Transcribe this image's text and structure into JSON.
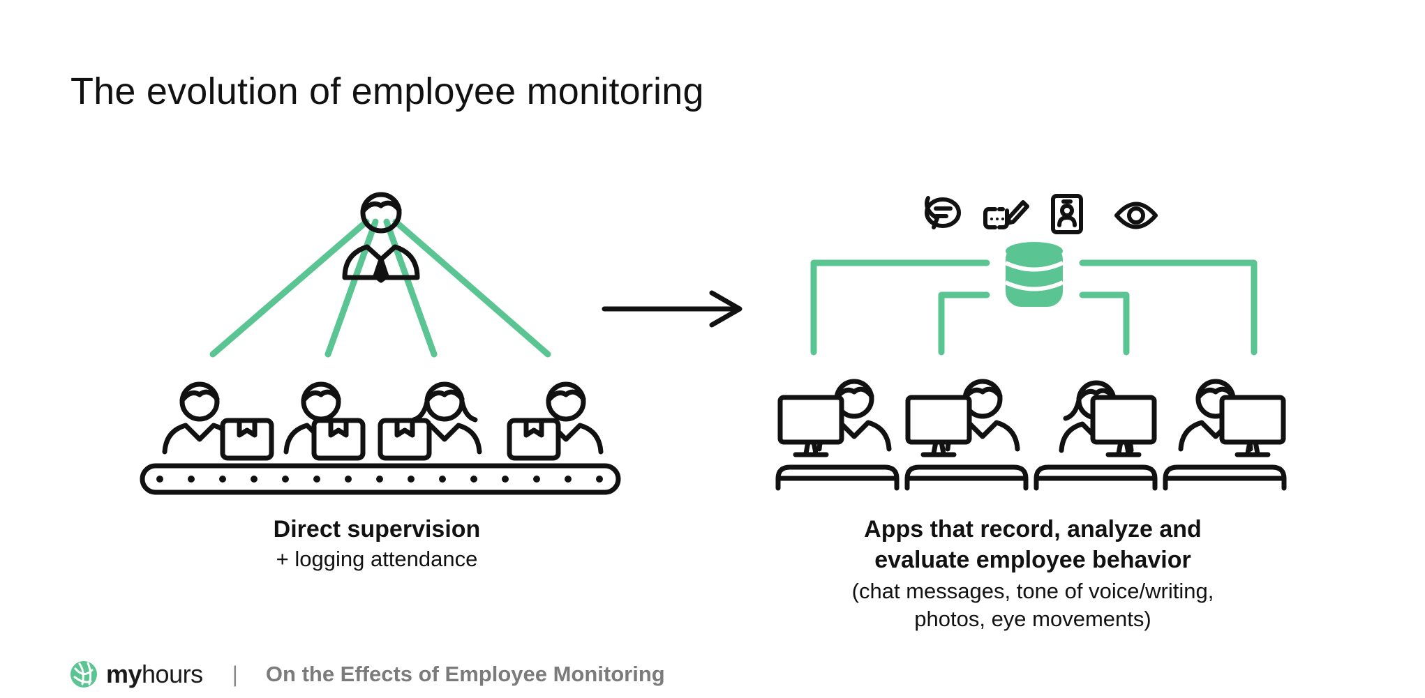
{
  "title": "The evolution of employee monitoring",
  "left": {
    "caption_bold": "Direct supervision",
    "caption_sub": "+ logging attendance"
  },
  "right": {
    "caption_bold_1": "Apps that record, analyze and",
    "caption_bold_2": "evaluate employee behavior",
    "caption_sub_1": "(chat messages, tone of voice/writing,",
    "caption_sub_2": "photos, eye movements)"
  },
  "footer": {
    "brand_bold": "my",
    "brand_light": "hours",
    "separator": "|",
    "text": "On the Effects of Employee Monitoring"
  },
  "icons": [
    "supervisor-icon",
    "worker-icon",
    "package-icon",
    "conveyor-belt-icon",
    "arrow-right-icon",
    "chat-icon",
    "signature-icon",
    "id-card-icon",
    "eye-icon",
    "database-icon",
    "monitor-icon",
    "desk-icon",
    "myhours-logo-icon"
  ],
  "colors": {
    "accent": "#5ac592",
    "ink": "#111111",
    "footer_text": "#7b7b7b"
  }
}
